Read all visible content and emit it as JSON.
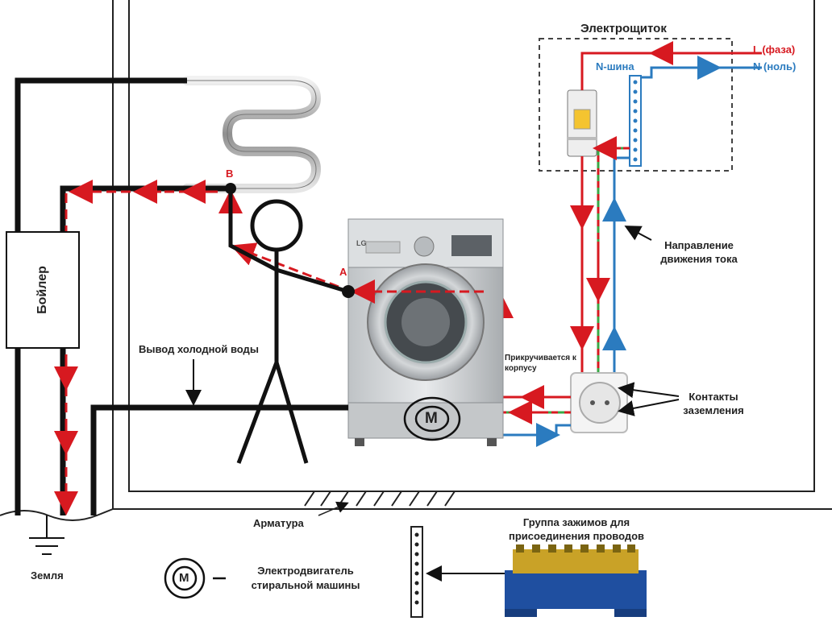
{
  "labels": {
    "panel_title": "Электрощиток",
    "phase": "L (фаза)",
    "neutral": "N (ноль)",
    "n_bus": "N-шина",
    "point_a": "A",
    "point_b": "B",
    "boiler": "Бойлер",
    "cold_water": "Вывод холодной воды",
    "attached": "Прикручивается к корпусу",
    "current_dir": "Направление движения тока",
    "ground_contacts": "Контакты заземления",
    "rebar": "Арматура",
    "ground": "Земля",
    "terminal_group": "Группа зажимов для присоединения проводов",
    "motor_legend": "Электродвигатель стиральной машины",
    "motor_symbol": "M",
    "brand": "LG"
  },
  "colors": {
    "phase": "#d71920",
    "neutral": "#2b7bbf",
    "ground": "#39a845",
    "pipe": "#111111",
    "terminal_block": "#1f4fa0",
    "terminal_brass": "#c9a227"
  }
}
